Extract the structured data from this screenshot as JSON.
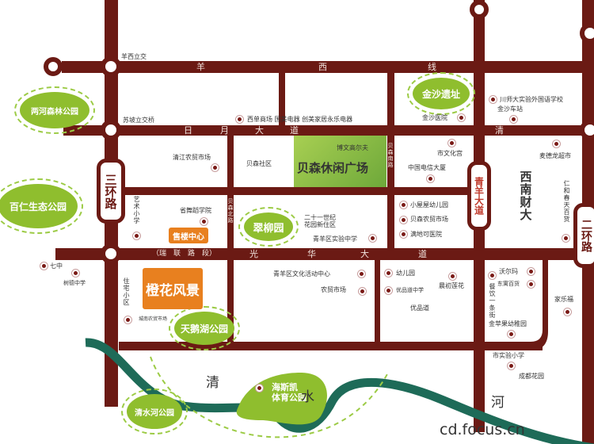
{
  "roads": {
    "yangxi": [
      "羊",
      "西",
      "线"
    ],
    "riyue": [
      "日",
      "月",
      "大",
      "道"
    ],
    "guanghua": [
      "光",
      "华",
      "大",
      "道"
    ],
    "ruilian": "（瑞　联　路　段）",
    "beisen_south": "贝森南路",
    "beisen_lbl": "贝森北路",
    "sanhuan": "三环路",
    "erhuan": "二环路",
    "qingyang": "青羊大道",
    "xinan": "西南财大",
    "qing": "清",
    "river": [
      "清",
      "水",
      "河"
    ]
  },
  "interchanges": {
    "yangxi": "羊西立交",
    "suding": "苏坡立交桥"
  },
  "parks": {
    "lianghe": "两河森林公园",
    "bairen": "百仁生态公园",
    "jinsha": "金沙遗址",
    "cuiliu": "翠柳园",
    "tiane": "天鹅湖公园",
    "haisikai": "海斯凯\n体育公园",
    "qingshuihe": "清水河公园"
  },
  "highlights": {
    "plaza": "贝森休闲广场",
    "golf": "博文高尔夫",
    "sales": "售楼中心",
    "project": "橙花风景"
  },
  "pois": [
    "西单商场 国美电器 创美家居永乐电器",
    "金沙医院",
    "川师大实验外国语学校",
    "金沙车站",
    "市文化宫",
    "中国电信大厦",
    "麦德龙超市",
    "仁和春天百货",
    "清江农贸市场",
    "贝森社区",
    "艺术小学",
    "省舞蹈学院",
    "二十一世纪\n花园新住区",
    "青羊区实验中学",
    "小屋屋幼儿园",
    "贝森农贸市场",
    "满地可医院",
    "七中",
    "树德中学",
    "住宅小区",
    "城南农贸市场",
    "青羊区文化活动中心",
    "农贸市场",
    "幼儿园",
    "优品道中学",
    "晨初莲花",
    "优品道",
    "沃尔玛",
    "东寓百货",
    "餐饮一条街",
    "金苹果幼稚园",
    "家乐福",
    "市实验小学",
    "成都花园"
  ],
  "watermark": "cd.focus.cn"
}
